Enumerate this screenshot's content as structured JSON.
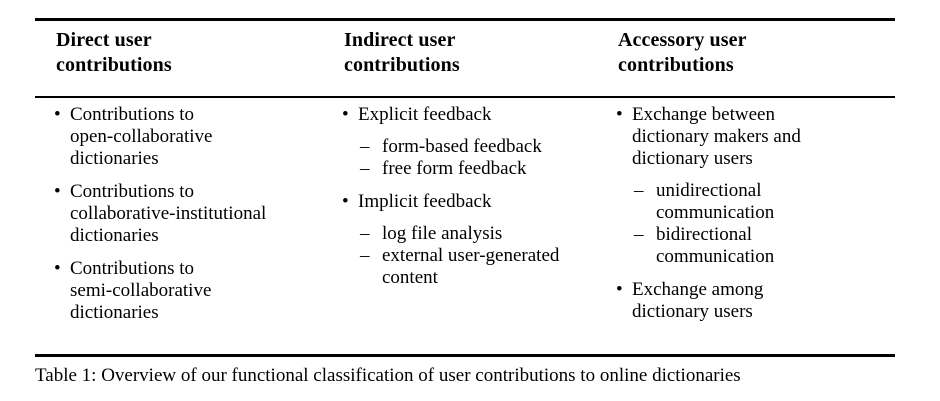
{
  "figure": {
    "caption": "Table 1: Overview of our functional classification of user contributions to online dictionaries",
    "rule_color": "#000000",
    "text_color": "#000000",
    "background": "#ffffff",
    "bullet_marker": "•",
    "dash_marker": "–"
  },
  "columns": [
    {
      "header_lines": [
        "Direct user",
        "contributions"
      ],
      "groups": [
        {
          "item_lines": [
            "Contributions to",
            "open-collaborative",
            "dictionaries"
          ],
          "subitems": []
        },
        {
          "item_lines": [
            "Contributions to",
            "collaborative-institutional",
            "dictionaries"
          ],
          "subitems": []
        },
        {
          "item_lines": [
            "Contributions to",
            "semi-collaborative",
            "dictionaries"
          ],
          "subitems": []
        }
      ]
    },
    {
      "header_lines": [
        "Indirect user",
        "contributions"
      ],
      "groups": [
        {
          "item_lines": [
            "Explicit feedback"
          ],
          "subitems": [
            {
              "lines": [
                "form-based feedback"
              ]
            },
            {
              "lines": [
                "free form feedback"
              ]
            }
          ]
        },
        {
          "item_lines": [
            "Implicit feedback"
          ],
          "subitems": [
            {
              "lines": [
                "log file analysis"
              ]
            },
            {
              "lines": [
                "external user-generated",
                "content"
              ]
            }
          ]
        }
      ]
    },
    {
      "header_lines": [
        "Accessory user",
        "contributions"
      ],
      "groups": [
        {
          "item_lines": [
            "Exchange between",
            "dictionary makers and",
            "dictionary users"
          ],
          "subitems": [
            {
              "lines": [
                "unidirectional",
                "communication"
              ]
            },
            {
              "lines": [
                "bidirectional",
                "communication"
              ]
            }
          ]
        },
        {
          "item_lines": [
            "Exchange among",
            "dictionary users"
          ],
          "subitems": []
        }
      ]
    }
  ]
}
